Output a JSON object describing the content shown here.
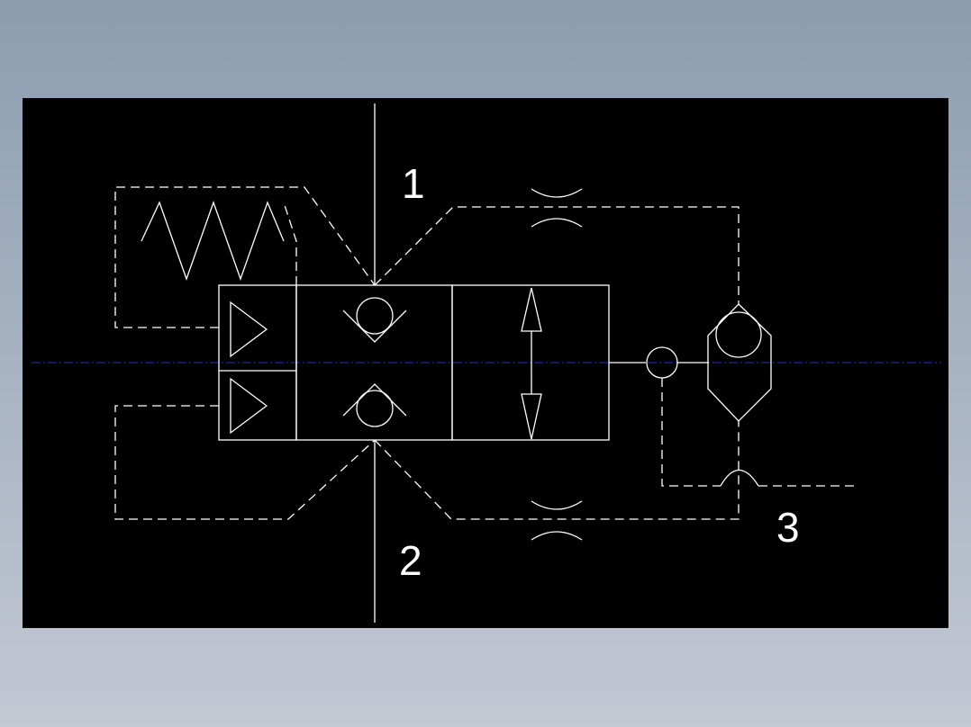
{
  "ports": {
    "port_1": "1",
    "port_2": "2",
    "port_3": "3"
  },
  "colors": {
    "background_top": "#8c9db0",
    "background_bottom": "#c3c8d3",
    "canvas": "#000000",
    "line": "#ffffff",
    "centerline": "#2233bb"
  }
}
